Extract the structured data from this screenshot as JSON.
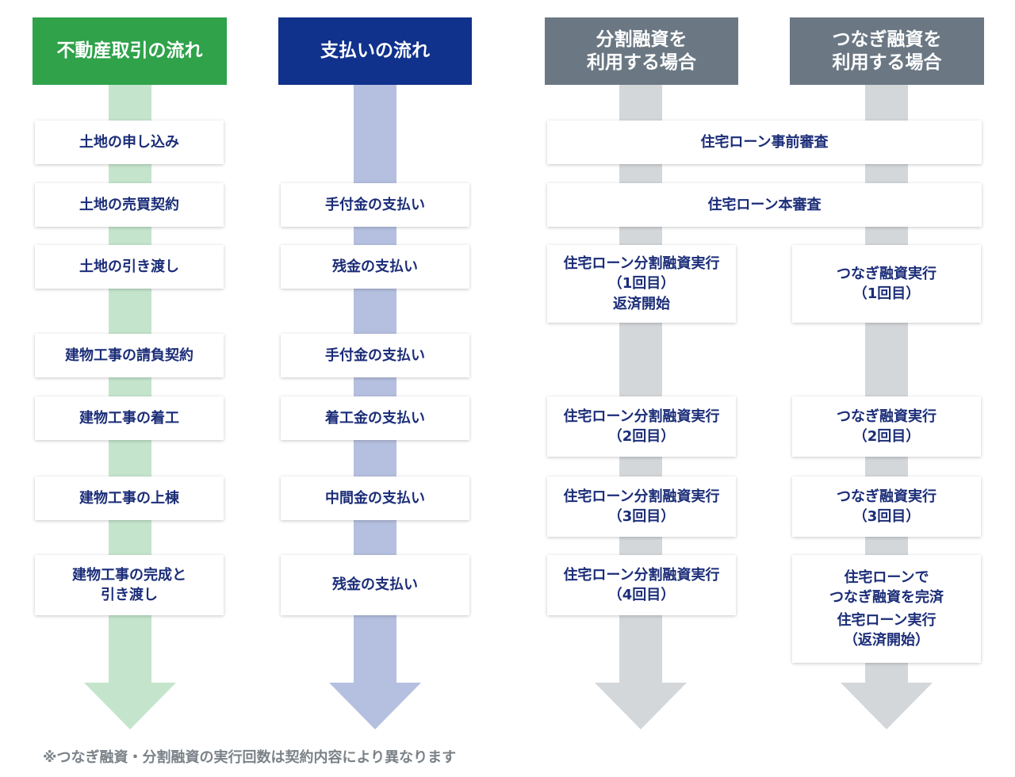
{
  "columns": {
    "realestate": {
      "header": "不動産取引の流れ",
      "color": "#2fa24a",
      "arrow_color": "#c4e5cc",
      "steps": [
        "土地の申し込み",
        "土地の売買契約",
        "土地の引き渡し",
        "建物工事の請負契約",
        "建物工事の着工",
        "建物工事の上棟",
        "建物工事の完成と\n引き渡し"
      ]
    },
    "payment": {
      "header": "支払いの流れ",
      "color": "#10318c",
      "arrow_color": "#b5bfdf",
      "steps": [
        "手付金の支払い",
        "残金の支払い",
        "手付金の支払い",
        "着工金の支払い",
        "中間金の支払い",
        "残金の支払い"
      ]
    },
    "split_loan": {
      "header": "分割融資を\n利用する場合",
      "color": "#6b7884",
      "arrow_color": "#d4d7da",
      "steps": [
        "住宅ローン分割融資実行\n（1回目）\n返済開始",
        "住宅ローン分割融資実行\n（2回目）",
        "住宅ローン分割融資実行\n（3回目）",
        "住宅ローン分割融資実行\n（4回目）"
      ]
    },
    "bridge_loan": {
      "header": "つなぎ融資を\n利用する場合",
      "color": "#6b7884",
      "arrow_color": "#d4d7da",
      "steps": [
        "つなぎ融資実行\n（1回目）",
        "つなぎ融資実行\n（2回目）",
        "つなぎ融資実行\n（3回目）"
      ],
      "final_step": {
        "line1": "住宅ローンで\nつなぎ融資を完済",
        "line2": "住宅ローン実行\n（返済開始）"
      }
    }
  },
  "shared_steps": {
    "pre_screening": "住宅ローン事前審査",
    "main_screening": "住宅ローン本審査"
  },
  "footnote": "※つなぎ融資・分割融資の実行回数は契約内容により異なります",
  "text_color": "#1b2d78"
}
